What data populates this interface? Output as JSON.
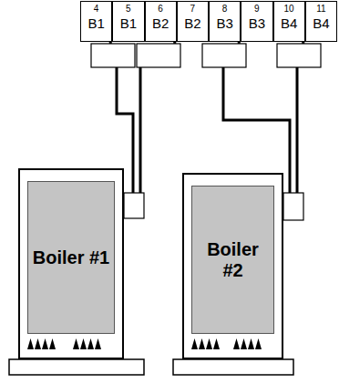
{
  "diagram": {
    "nodes": [
      {
        "text": [
          "4",
          "B1"
        ]
      },
      {
        "text": [
          "5",
          "B1"
        ]
      },
      {
        "text": [
          "6",
          "B2"
        ]
      },
      {
        "text": [
          "7",
          "B2"
        ]
      },
      {
        "text": [
          "8",
          "B3"
        ]
      },
      {
        "text": [
          "9",
          "B3"
        ]
      },
      {
        "text": [
          "10",
          "B4"
        ]
      },
      {
        "text": [
          "11",
          "B4"
        ]
      },
      {
        "text": [
          "Boiler #1"
        ]
      },
      {
        "text": [
          "Boiler #2"
        ]
      }
    ],
    "edges": [
      {
        "from": 0,
        "to": 8,
        "arrow": "none"
      },
      {
        "from": 2,
        "to": 8,
        "arrow": "none"
      },
      {
        "from": 4,
        "to": 9,
        "arrow": "none"
      },
      {
        "from": 6,
        "to": 9,
        "arrow": "none"
      }
    ]
  }
}
